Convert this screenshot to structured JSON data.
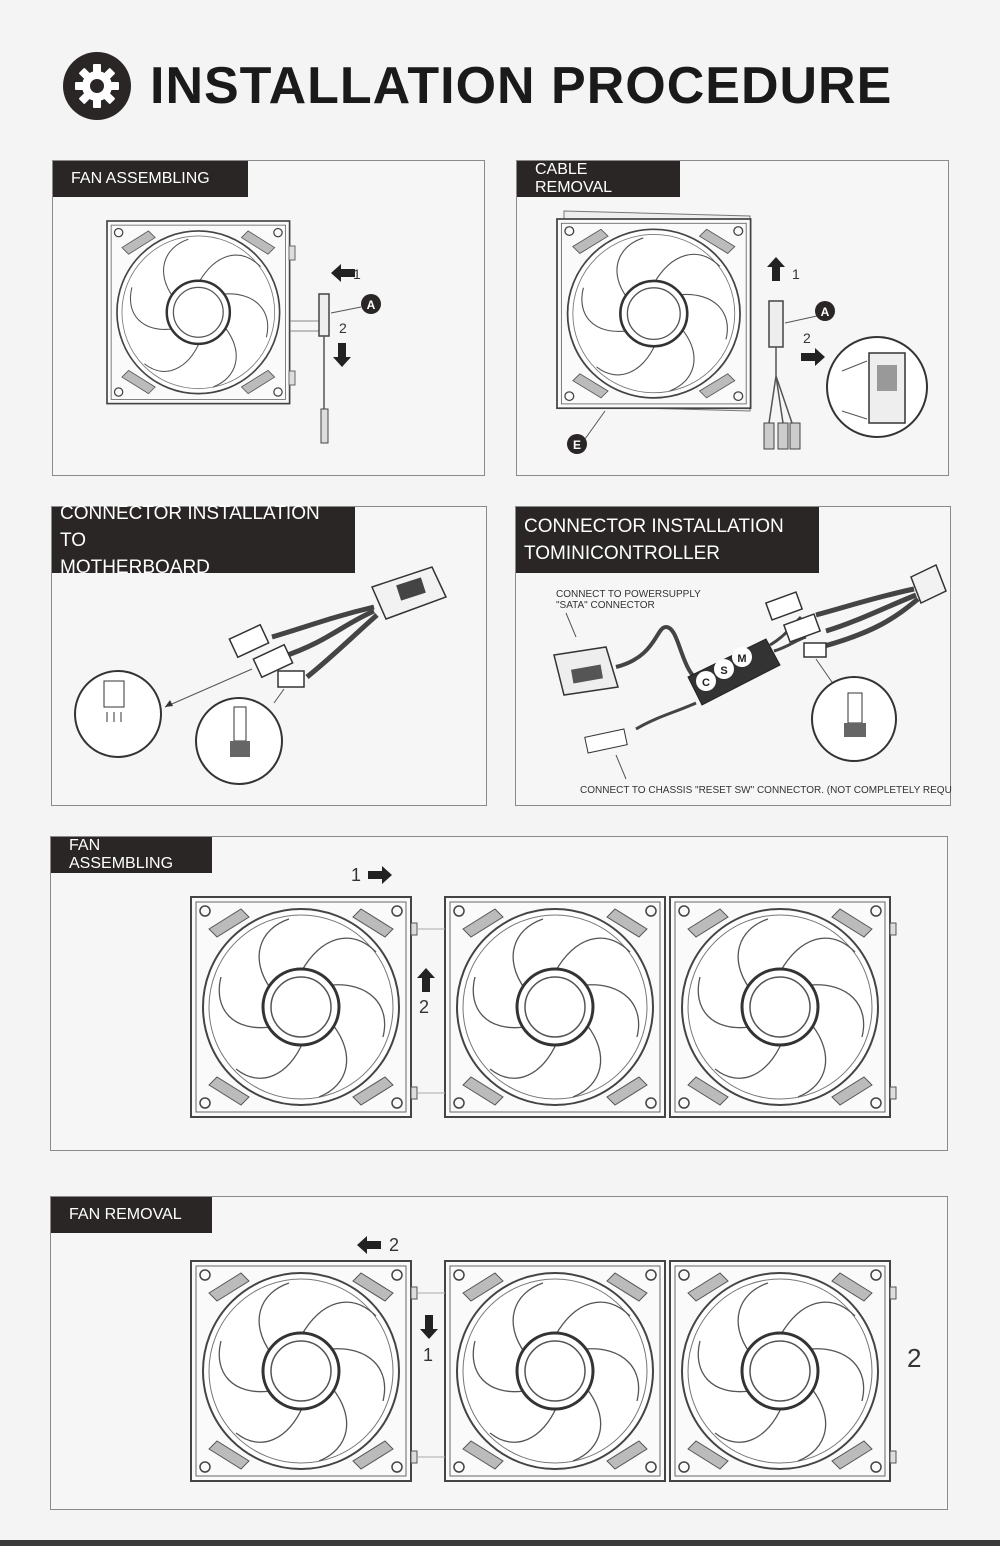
{
  "header": {
    "title": "INSTALLATION PROCEDURE",
    "icon": "gear-icon"
  },
  "panels": {
    "fan_assembling_1": {
      "label": "FAN ASSEMBLING",
      "step1": "1",
      "step2": "2",
      "marker": "A"
    },
    "cable_removal": {
      "label": "CABLE REMOVAL",
      "step1": "1",
      "step2": "2",
      "marker_a": "A",
      "marker_e": "E"
    },
    "connector_mb": {
      "label_line1": "CONNECTOR INSTALLATION TO",
      "label_line2": "MOTHERBOARD"
    },
    "connector_mc": {
      "label_line1": "CONNECTOR INSTALLATION",
      "label_line2": "TOMINICONTROLLER",
      "note_power_1": "CONNECT TO POWERSUPPLY",
      "note_power_2": "\"SATA\" CONNECTOR",
      "note_reset": "CONNECT TO  CHASSIS \"RESET SW\"  CONNECTOR. (NOT COMPLETELY REQUIRED)",
      "btn_m": "M",
      "btn_s": "S",
      "btn_c": "C"
    },
    "fan_assembling_2": {
      "label": "FAN ASSEMBLING",
      "step1": "1",
      "step2": "2"
    },
    "fan_removal": {
      "label": "FAN REMOVAL",
      "step1": "1",
      "step2": "2",
      "side_number": "2"
    }
  }
}
